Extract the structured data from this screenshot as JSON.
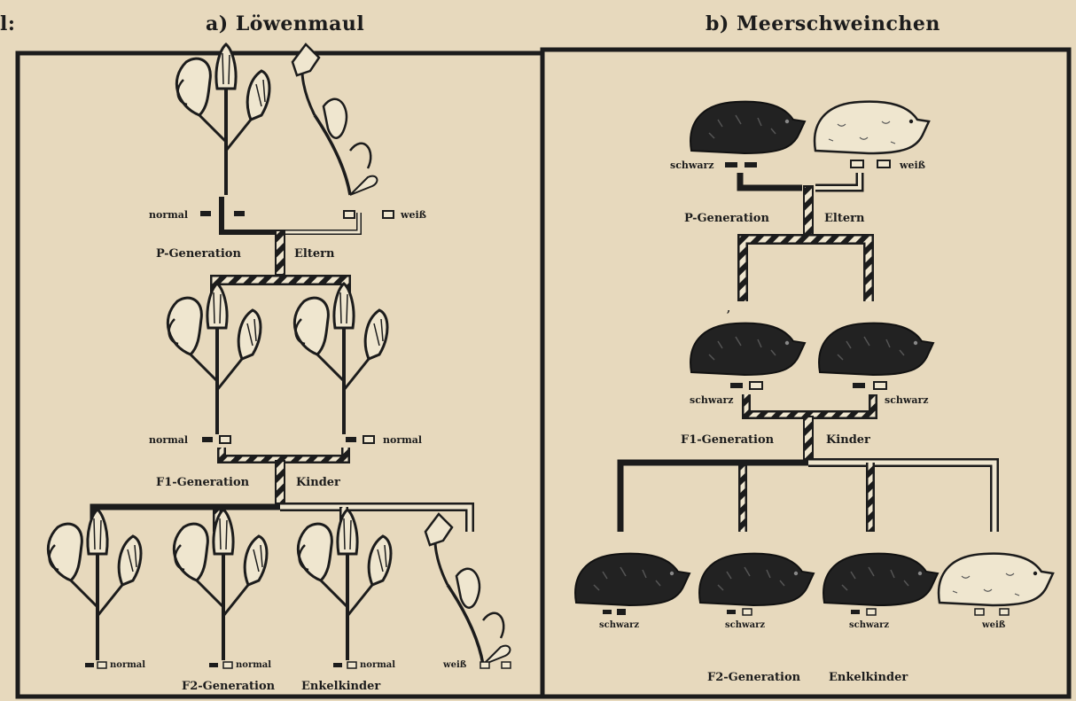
{
  "header": {
    "left_fragment": "l:",
    "title_a": "a) Löwenmaul",
    "title_b": "b) Meerschweinchen"
  },
  "panel_a": {
    "p_generation": "P-Generation",
    "p_parents": "Eltern",
    "p_left_trait": "normal",
    "p_right_trait": "weiß",
    "f1_generation": "F1-Generation",
    "f1_children": "Kinder",
    "f1_left_trait": "normal",
    "f1_right_trait": "normal",
    "f2_generation": "F2-Generation",
    "f2_grandchildren": "Enkelkinder",
    "f2_traits": [
      "normal",
      "normal",
      "normal",
      "weiß"
    ]
  },
  "panel_b": {
    "p_generation": "P-Generation",
    "p_parents": "Eltern",
    "p_left_trait": "schwarz",
    "p_right_trait": "weiß",
    "f1_generation": "F1-Generation",
    "f1_children": "Kinder",
    "f1_left_trait": "schwarz",
    "f1_right_trait": "schwarz",
    "f2_generation": "F2-Generation",
    "f2_grandchildren": "Enkelkinder",
    "f2_traits": [
      "schwarz",
      "schwarz",
      "schwarz",
      "weiß"
    ]
  },
  "colors": {
    "background": "#e7d9bd",
    "ink": "#1c1c1c",
    "white_fill": "#efe6cf"
  }
}
